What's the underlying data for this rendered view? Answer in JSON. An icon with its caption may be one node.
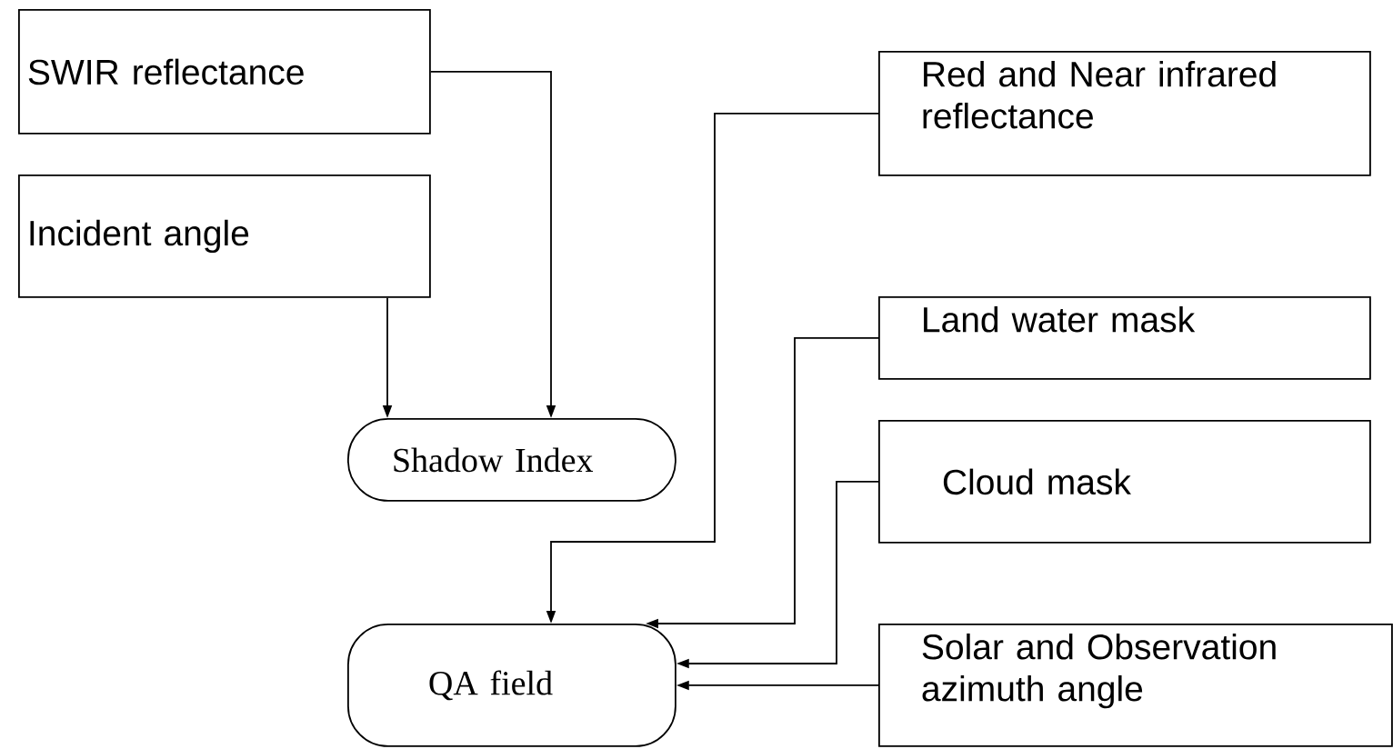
{
  "diagram": {
    "nodes": [
      {
        "text": [
          "SWIR reflectance"
        ]
      },
      {
        "text": [
          "Incident angle"
        ]
      },
      {
        "text": [
          "Shadow Index"
        ]
      },
      {
        "text": [
          "Red and Near infrared reflectance"
        ]
      },
      {
        "text": [
          "Land water mask"
        ]
      },
      {
        "text": [
          "Cloud mask"
        ]
      },
      {
        "text": [
          "Solar and Observation azimuth angle"
        ]
      },
      {
        "text": [
          "QA field"
        ]
      }
    ],
    "edges": [
      {
        "from": 0,
        "to": 2,
        "arrow": "to"
      },
      {
        "from": 1,
        "to": 2,
        "arrow": "to"
      },
      {
        "from": 3,
        "to": 7,
        "arrow": "to"
      },
      {
        "from": 4,
        "to": 7,
        "arrow": "to"
      },
      {
        "from": 5,
        "to": 7,
        "arrow": "to"
      },
      {
        "from": 6,
        "to": 7,
        "arrow": "to"
      }
    ]
  }
}
